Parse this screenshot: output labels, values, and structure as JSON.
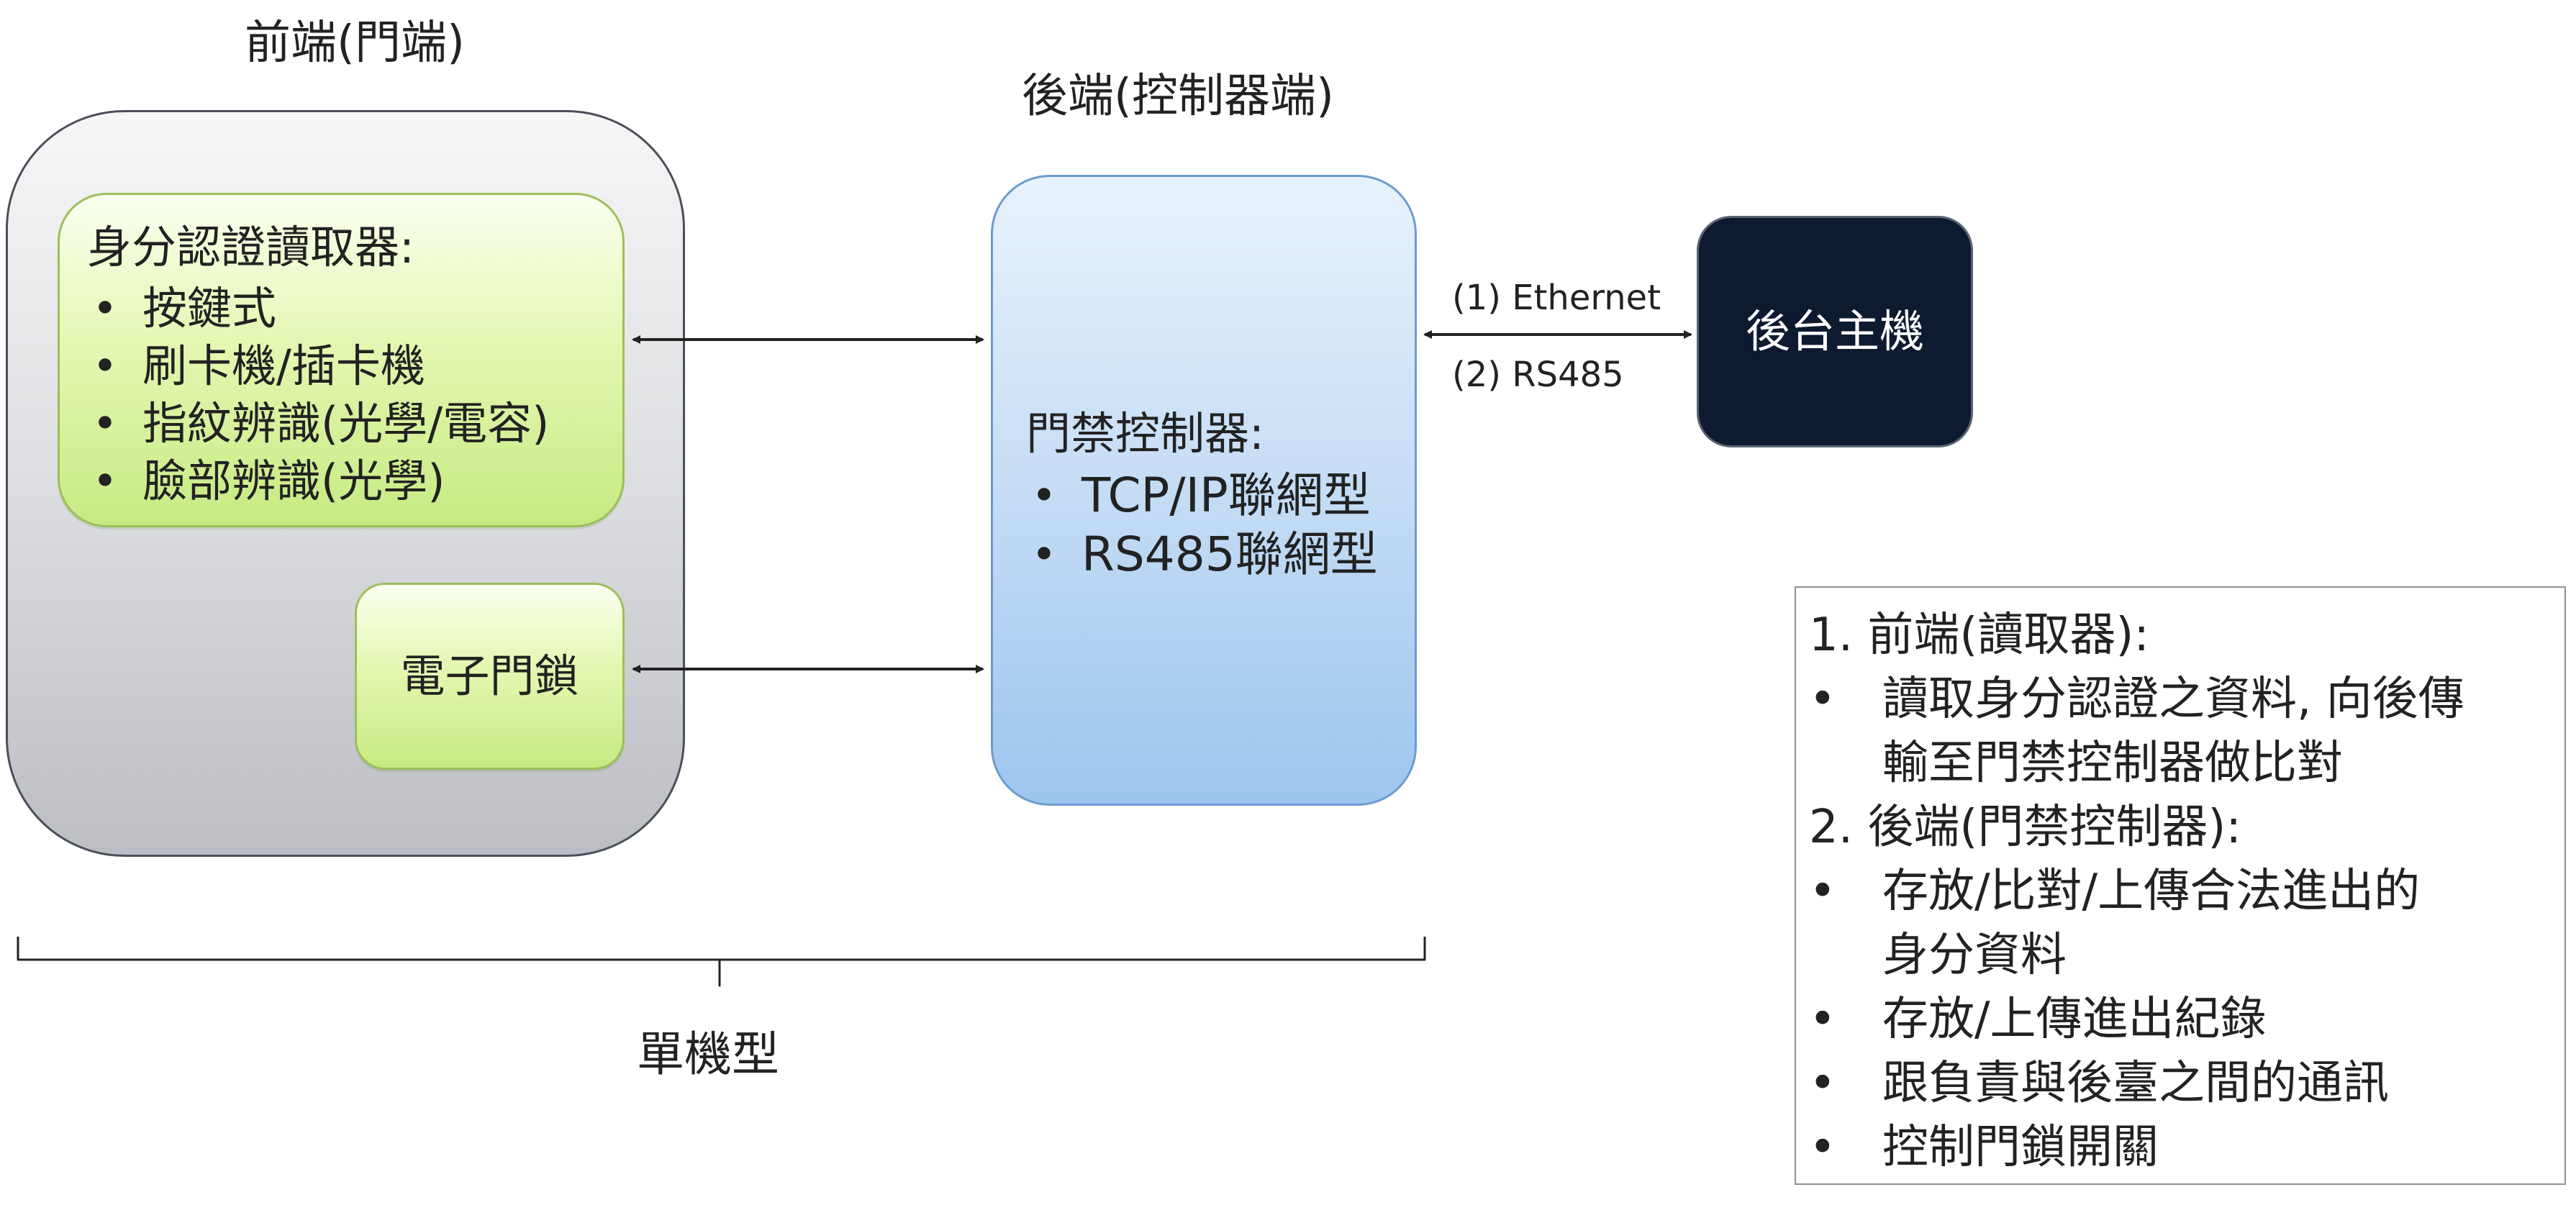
{
  "front": {
    "title": "前端(門端)",
    "reader": {
      "title": "身分認證讀取器:",
      "items": [
        "按鍵式",
        "刷卡機/插卡機",
        "指紋辨識(光學/電容)",
        "臉部辨識(光學)"
      ]
    },
    "lock": {
      "label": "電子門鎖"
    }
  },
  "back": {
    "title": "後端(控制器端)",
    "controller": {
      "title": "門禁控制器:",
      "items": [
        "TCP/IP聯網型",
        "RS485聯網型"
      ]
    }
  },
  "host": {
    "label": "後台主機"
  },
  "connections": {
    "top_label": "(1) Ethernet",
    "bottom_label": "(2) RS485"
  },
  "standalone": {
    "label": "單機型"
  },
  "notes": {
    "section1": {
      "heading": "1. 前端(讀取器):",
      "items": [
        [
          "讀取身分認證之資料, 向後傳",
          "輸至門禁控制器做比對"
        ]
      ]
    },
    "section2": {
      "heading": "2. 後端(門禁控制器):",
      "items": [
        [
          "存放/比對/上傳合法進出的",
          "身分資料"
        ],
        [
          "存放/上傳進出紀錄"
        ],
        [
          "跟負責與後臺之間的通訊"
        ],
        [
          "控制門鎖開關"
        ]
      ]
    }
  },
  "colors": {
    "arrow": "#222222",
    "front_container": "#d8d9dd",
    "reader_fill": "#dff5a4",
    "controller_fill": "#bcd7f2",
    "host_fill": "#0d1a30"
  }
}
